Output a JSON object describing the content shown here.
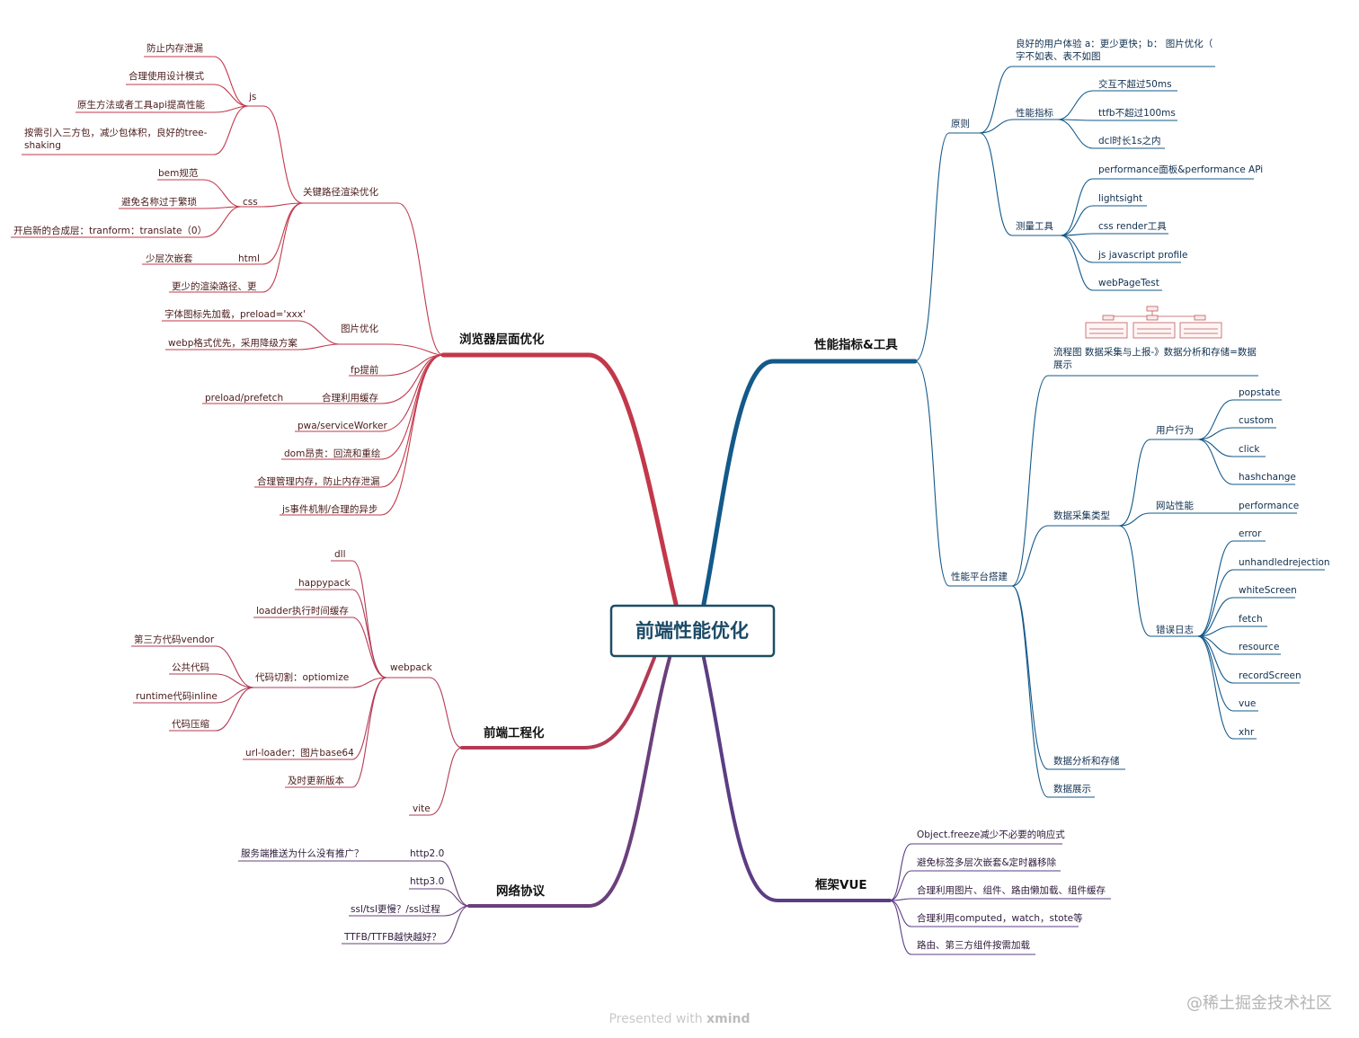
{
  "root": "前端性能优化",
  "colors": {
    "browser": "#c2384a",
    "engineering": "#b43a54",
    "network": "#6b3f7c",
    "perf": "#13598a",
    "vue": "#5b3d84",
    "root_border": "#1e4d63"
  },
  "branches": {
    "browser": {
      "title": "浏览器层面优化",
      "critical": {
        "title": "关键路径渲染优化",
        "js": {
          "title": "js",
          "items": [
            "防止内存泄漏",
            "合理使用设计模式",
            "原生方法或者工具api提高性能",
            "按需引入三方包，减少包体积，良好的tree-",
            "shaking"
          ]
        },
        "css": {
          "title": "css",
          "items": [
            "bem规范",
            "避免名称过于繁琐",
            "开启新的合成层：tranform：translate（0）"
          ]
        },
        "html": {
          "title": "html",
          "items": [
            "少层次嵌套"
          ]
        },
        "less": "更少的渲染路径、更"
      },
      "image": {
        "title": "图片优化",
        "items": [
          "字体图标先加载，preload='xxx'",
          "webp格式优先，采用降级方案"
        ]
      },
      "fp": "fp提前",
      "cache": {
        "title": "合理利用缓存",
        "items": [
          "preload/prefetch"
        ]
      },
      "pwa": "pwa/serviceWorker",
      "dom": "dom昂贵：回流和重绘",
      "memory": "合理管理内存，防止内存泄漏",
      "event": "js事件机制/合理的异步"
    },
    "engineering": {
      "title": "前端工程化",
      "webpack": {
        "title": "webpack",
        "dll": "dll",
        "happypack": "happypack",
        "loader": "loadder执行时间缓存",
        "split": {
          "title": "代码切割：optiomize",
          "items": [
            "第三方代码vendor",
            "公共代码",
            "runtime代码inline",
            "代码压缩"
          ]
        },
        "urlloader": "url-loader：图片base64",
        "update": "及时更新版本"
      },
      "vite": "vite"
    },
    "network": {
      "title": "网络协议",
      "http2": {
        "title": "http2.0",
        "items": [
          "服务端推送为什么没有推广？"
        ]
      },
      "http3": "http3.0",
      "ssl": "ssl/tsl更慢？/ssl过程",
      "ttfb": "TTFB/TTFB越快越好？"
    },
    "perf": {
      "title": "性能指标&工具",
      "principle": {
        "title": "原则",
        "ux": [
          "良好的用户体验 a：更少更快；b： 图片优化（",
          "字不如表、表不如图"
        ],
        "metrics": {
          "title": "性能指标",
          "items": [
            "交互不超过50ms",
            "ttfb不超过100ms",
            "dcl时长1s之内"
          ]
        },
        "tools": {
          "title": "测量工具",
          "items": [
            "performance面板&performance APi",
            "lightsight",
            "css render工具",
            "js javascript profile",
            "webPageTest"
          ]
        }
      },
      "platform": {
        "title": "性能平台搭建",
        "flow": [
          "流程图 数据采集与上报-》数据分析和存储=数据",
          "展示"
        ],
        "collect": {
          "title": "数据采集类型",
          "behavior": {
            "title": "用户行为",
            "items": [
              "popstate",
              "custom",
              "click",
              "hashchange"
            ]
          },
          "site": {
            "title": "网站性能",
            "items": [
              "performance"
            ]
          },
          "errors": {
            "title": "错误日志",
            "items": [
              "error",
              "unhandledrejection",
              "whiteScreen",
              "fetch",
              "resource",
              "recordScreen",
              "vue",
              "xhr"
            ]
          }
        },
        "analysis": "数据分析和存储",
        "display": "数据展示"
      }
    },
    "vue": {
      "title": "框架VUE",
      "items": [
        "Object.freeze减少不必要的响应式",
        "避免标签多层次嵌套&定时器移除",
        "合理利用图片、组件、路由懒加载、组件缓存",
        "合理利用computed，watch，stote等",
        "路由、第三方组件按需加载"
      ]
    }
  },
  "footer": {
    "prefix": "Presented with ",
    "brand": "xmind"
  },
  "watermark": "@稀土掘金技术社区"
}
